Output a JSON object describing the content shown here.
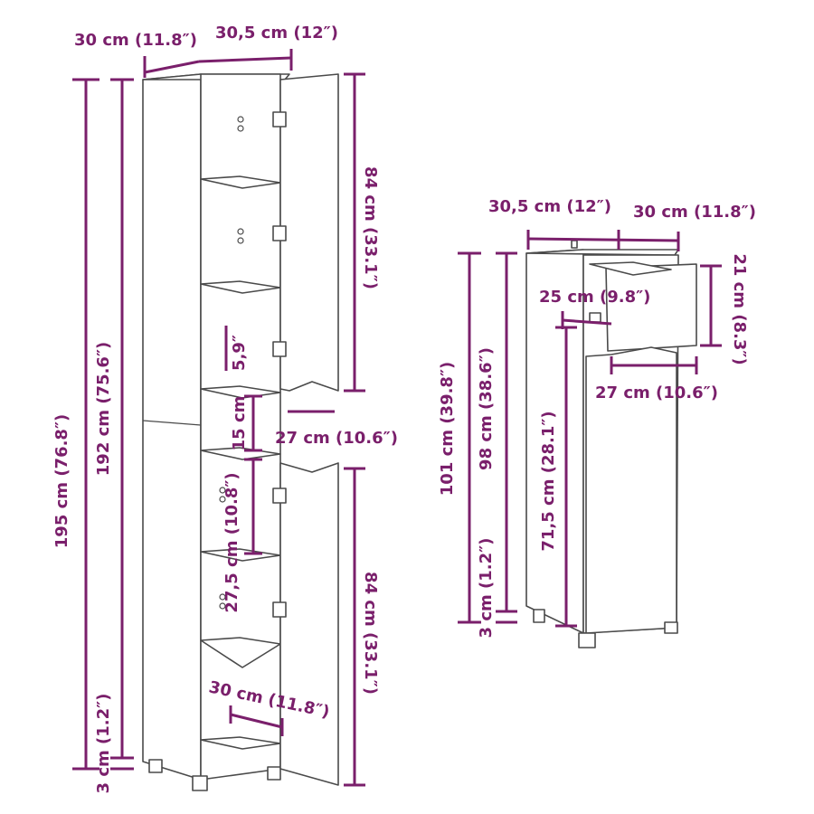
{
  "colors": {
    "dimension": "#7a1f6b",
    "outline": "#4a4a4a",
    "background": "#ffffff"
  },
  "tall_cabinet": {
    "depth": "30 cm (11.8″)",
    "width": "30,5 cm (12″)",
    "total_height": "195 cm (76.8″)",
    "body_height": "192 cm (75.6″)",
    "leg_height": "3 cm (1.2″)",
    "top_door_height": "84 cm (33.1″)",
    "bottom_door_height": "84 cm (33.1″)",
    "handle_gap": "5,9″",
    "open_shelf_height": "15 cm",
    "open_shelf_width": "27 cm (10.6″)",
    "compartment_height": "27,5 cm (10.8″)",
    "inner_depth": "30 cm (11.8″)"
  },
  "small_cabinet": {
    "width": "30,5 cm (12″)",
    "depth": "30 cm (11.8″)",
    "drawer_height": "21 cm (8.3″)",
    "drawer_depth": "25 cm (9.8″)",
    "drawer_width": "27 cm (10.6″)",
    "total_height": "101 cm (39.8″)",
    "body_height": "98 cm (38.6″)",
    "door_height": "71,5 cm (28.1″)",
    "leg_height": "3 cm (1.2″)"
  }
}
